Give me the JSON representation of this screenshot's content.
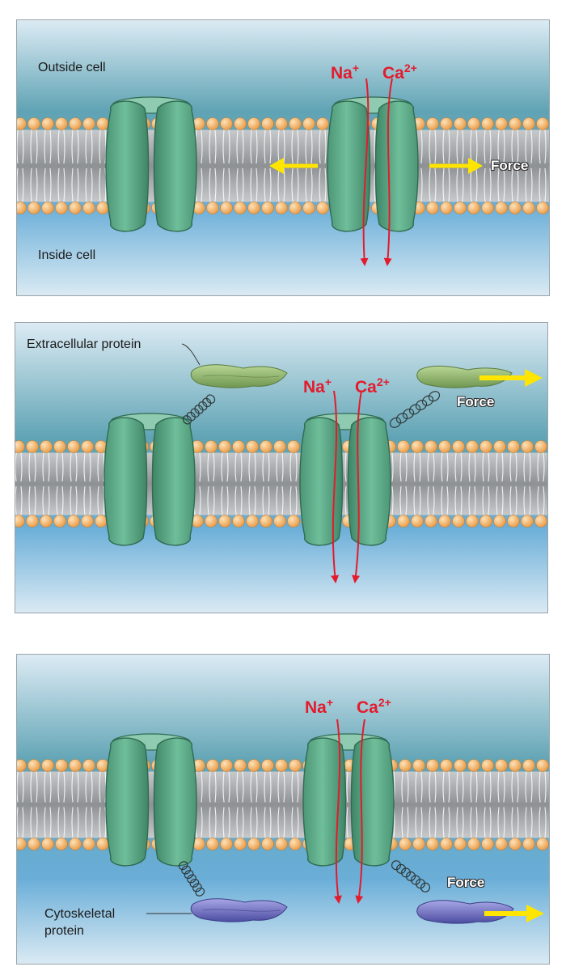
{
  "panels": [
    {
      "outside_label": "Outside cell",
      "inside_label": "Inside cell",
      "ion1_base": "Na",
      "ion1_sup": "+",
      "ion2_base": "Ca",
      "ion2_sup": "2+",
      "force_label": "Force"
    },
    {
      "protein_label": "Extracellular protein",
      "ion1_base": "Na",
      "ion1_sup": "+",
      "ion2_base": "Ca",
      "ion2_sup": "2+",
      "force_label": "Force"
    },
    {
      "protein_label": "Cytoskeletal protein",
      "ion1_base": "Na",
      "ion1_sup": "+",
      "ion2_base": "Ca",
      "ion2_sup": "2+",
      "force_label": "Force"
    }
  ],
  "colors": {
    "background_top": "#5fa3b4",
    "background_bottom": "#dcebf4",
    "channel": "#5fae8c",
    "phospholipid_head": "#f2b266",
    "ion_arrows": "#e31b2d",
    "force_arrow": "#ffe500",
    "extracellular_protein": "#8fb76a",
    "cytoskeletal_protein": "#6f6fc2"
  }
}
